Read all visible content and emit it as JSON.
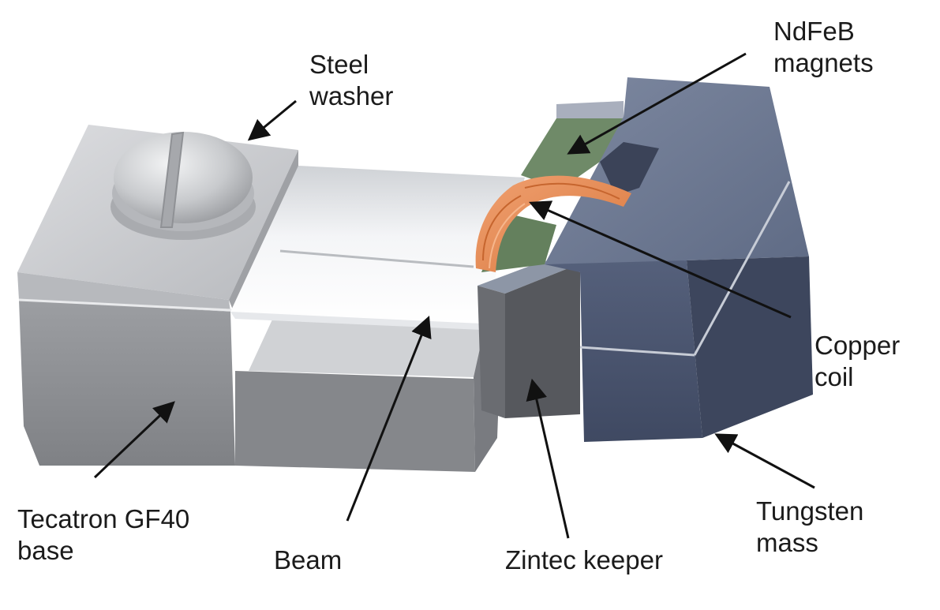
{
  "figure": {
    "labels": {
      "steel_washer": [
        "Steel",
        "washer"
      ],
      "ndfeb_magnets": [
        "NdFeB",
        "magnets"
      ],
      "copper_coil": [
        "Copper",
        "coil"
      ],
      "tecatron_base": [
        "Tecatron GF40",
        "base"
      ],
      "beam": "Beam",
      "zintec_keeper": "Zintec keeper",
      "tungsten_mass": [
        "Tungsten",
        "mass"
      ]
    },
    "colors": {
      "base_top": "#c9cacd",
      "base_front": "#8e9094",
      "base_side": "#75777b",
      "beam": "#dfe1e4",
      "magnet": "#6f8a68",
      "coil": "#e9925e",
      "keeper": "#5e6065",
      "mass_top": "#6e7a92",
      "mass_front": "#4b5672",
      "mass_side": "#3c455d",
      "arrow": "#111111"
    }
  }
}
